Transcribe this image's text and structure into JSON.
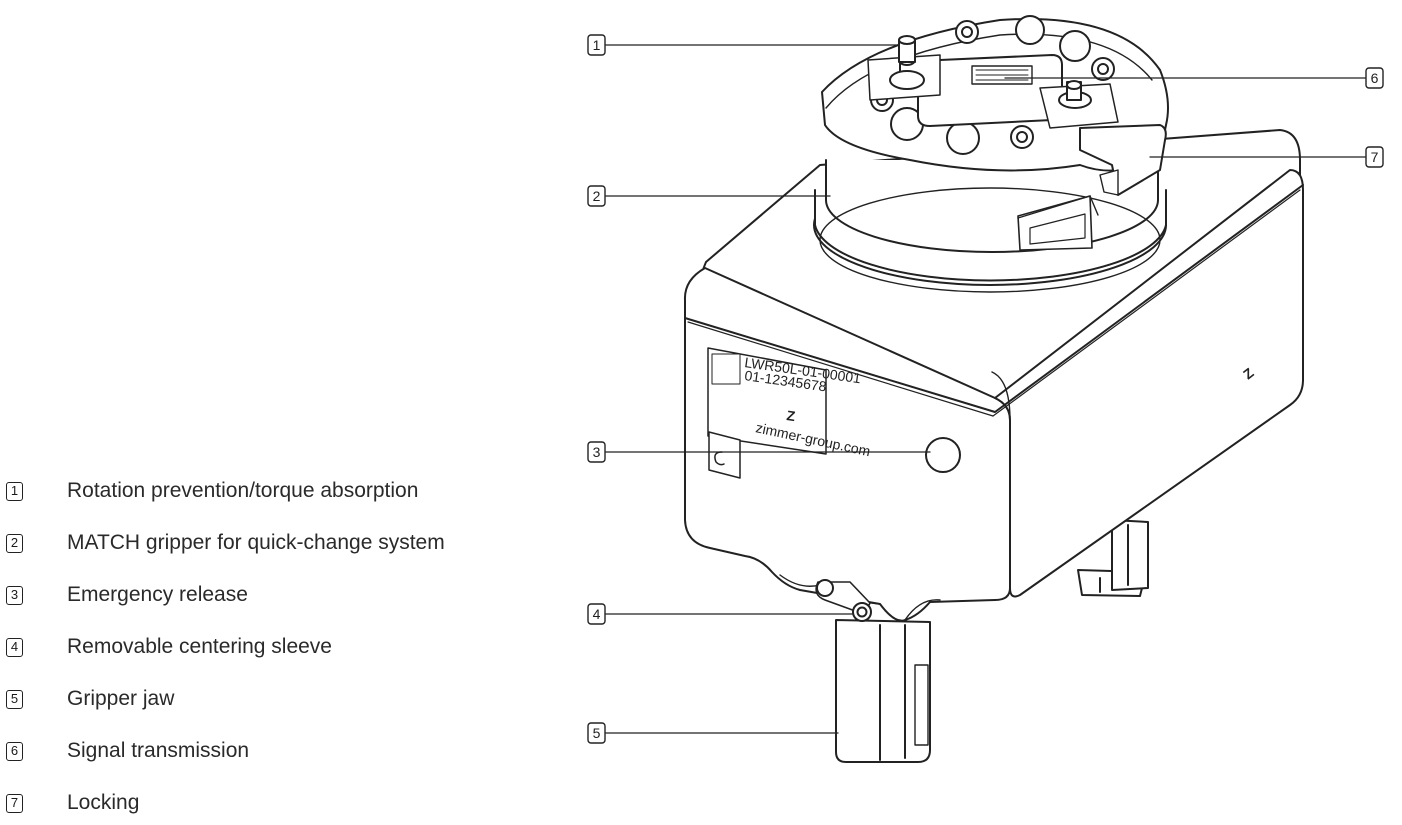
{
  "legend": {
    "items": [
      {
        "num": "1",
        "label": "Rotation prevention/torque absorption"
      },
      {
        "num": "2",
        "label": "MATCH gripper for quick-change system"
      },
      {
        "num": "3",
        "label": "Emergency release"
      },
      {
        "num": "4",
        "label": "Removable centering sleeve"
      },
      {
        "num": "5",
        "label": "Gripper jaw"
      },
      {
        "num": "6",
        "label": "Signal transmission"
      },
      {
        "num": "7",
        "label": "Locking"
      }
    ]
  },
  "callouts": [
    "1",
    "2",
    "3",
    "4",
    "5",
    "6",
    "7"
  ],
  "type_plate": {
    "part_number": "LWR50L-01-00001",
    "serial": "01-12345678",
    "website": "zimmer-group.com",
    "logo": "Z"
  },
  "side_logo": "Z",
  "colors": {
    "line": "#222222",
    "face": "#ffffff",
    "shade": "#eeeeee"
  }
}
